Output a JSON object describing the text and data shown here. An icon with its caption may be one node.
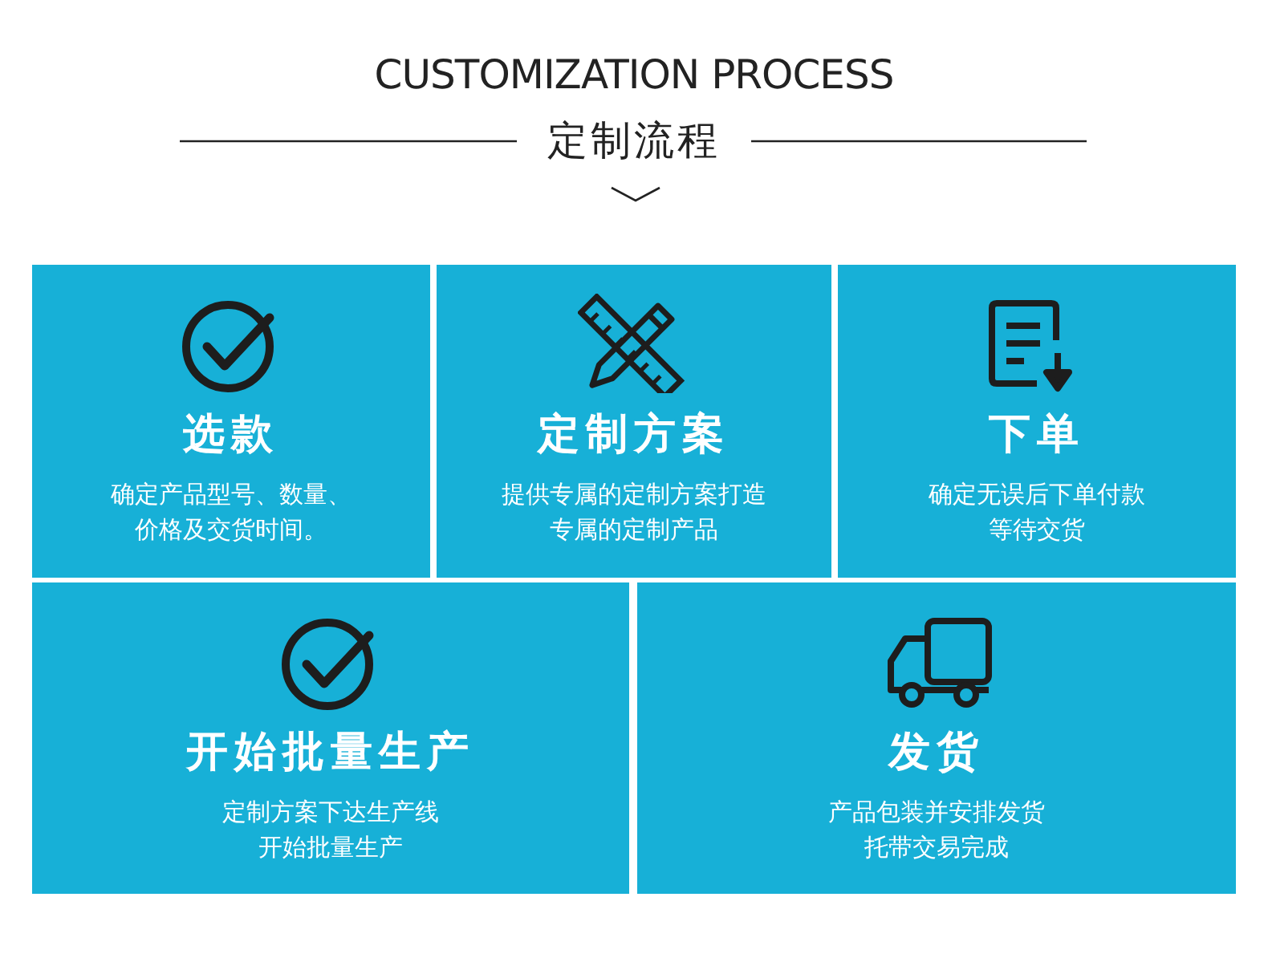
{
  "diagram": {
    "title": "CUSTOMIZATION PROCESS",
    "labels": [
      "定制流程"
    ],
    "nodes": [
      {
        "text": [
          "选款",
          "确定产品型号、数量、价格及交货时间。"
        ]
      },
      {
        "text": [
          "定制方案",
          "提供专属的定制方案打造专属的定制产品"
        ]
      },
      {
        "text": [
          "下单",
          "确定无误后下单付款等待交货"
        ]
      },
      {
        "text": [
          "开始批量生产",
          "定制方案下达生产线开始批量生产"
        ]
      },
      {
        "text": [
          "发货",
          "产品包装并安排发货托带交易完成"
        ]
      }
    ]
  }
}
